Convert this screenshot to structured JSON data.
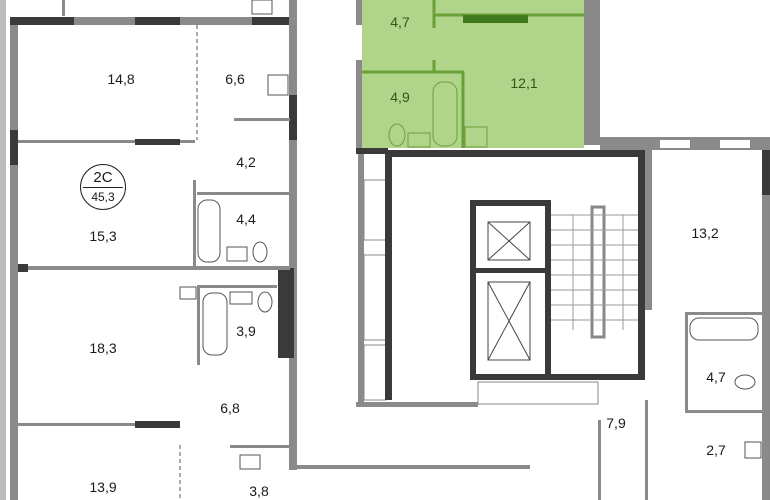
{
  "apartment": {
    "type": "2С",
    "total_area": "45,3"
  },
  "rooms": {
    "r14_8": "14,8",
    "r6_6": "6,6",
    "r4_2": "4,2",
    "r15_3": "15,3",
    "r4_4": "4,4",
    "r3_9": "3,9",
    "r18_3": "18,3",
    "r6_8": "6,8",
    "r13_9": "13,9",
    "r3_8": "3,8",
    "g4_7": "4,7",
    "g4_9": "4,9",
    "g12_1": "12,1",
    "r13_2": "13,2",
    "r4_7b": "4,7",
    "r2_7": "2,7",
    "r7_9": "7,9"
  },
  "colors": {
    "highlight": "#b0d48a",
    "wall_dark": "#3a3a3a",
    "wall_gray": "#8a8a8a",
    "green_wall": "#6aa038"
  }
}
